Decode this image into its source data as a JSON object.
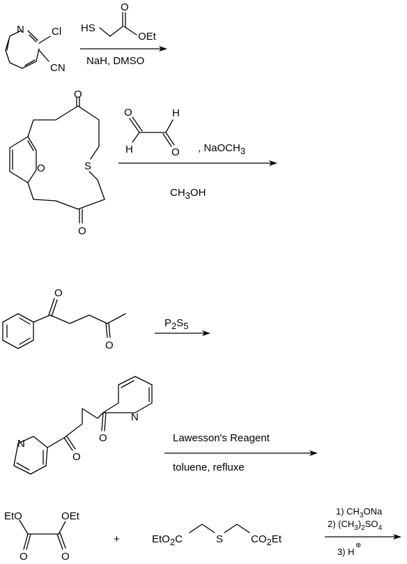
{
  "scheme_1": {
    "reactant_atoms": {
      "n": "N",
      "cl": "Cl",
      "cn": "CN"
    },
    "reagent_atoms": {
      "hs": "HS",
      "o": "O",
      "oet": "OEt"
    },
    "below_arrow": "NaH, DMSO"
  },
  "scheme_2": {
    "macrocycle_atoms": {
      "o_top": "O",
      "o_furan": "O",
      "s": "S",
      "o_bottom": "O"
    },
    "glyoxal_atoms": {
      "h1": "H",
      "h2": "H",
      "o1": "O",
      "o2": "O"
    },
    "above_arrow_suffix": ", NaOCH",
    "above_arrow_sub": "3",
    "below_arrow_main": "CH",
    "below_arrow_sub": "3",
    "below_arrow_end": "OH"
  },
  "scheme_3": {
    "atoms": {
      "o1": "O",
      "o2": "O"
    },
    "reagent_main": "P",
    "reagent_sub1": "2",
    "reagent_mid": "S",
    "reagent_sub2": "5"
  },
  "scheme_4": {
    "atoms": {
      "n1": "N",
      "n2": "N",
      "o1": "O",
      "o2": "O"
    },
    "above_arrow": "Lawesson's Reagent",
    "below_arrow": "toluene, refluxe"
  },
  "scheme_5": {
    "oxalate_atoms": {
      "eto": "EtO",
      "oet": "OEt",
      "o1": "O",
      "o2": "O"
    },
    "plus": "+",
    "thio_left": "EtO",
    "thio_left_sub": "2",
    "thio_left_c": "C",
    "thio_s": "S",
    "thio_right": "CO",
    "thio_right_sub": "2",
    "thio_right_end": "Et",
    "step1": "1) CH",
    "step1_sub": "3",
    "step1_end": "ONa",
    "step2": "2) (CH",
    "step2_sub1": "3",
    "step2_mid": ")",
    "step2_sub2": "2",
    "step2_end": "SO",
    "step2_sub3": "4",
    "step3": "3) H",
    "step3_charge": "⊕"
  }
}
